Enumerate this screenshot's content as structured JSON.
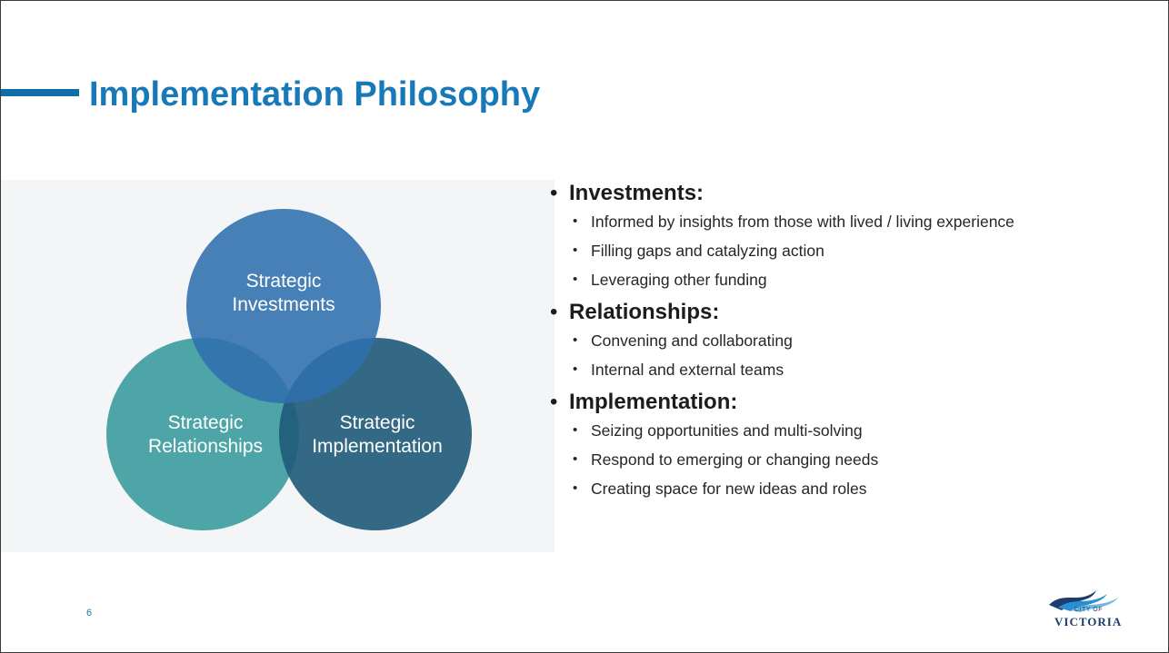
{
  "slide": {
    "title": "Implementation Philosophy",
    "page_number": "6"
  },
  "venn": {
    "circles": [
      {
        "lines": [
          "Strategic",
          "Investments"
        ],
        "color": "#2f6fae"
      },
      {
        "lines": [
          "Strategic",
          "Relationships"
        ],
        "color": "#3f9ea0"
      },
      {
        "lines": [
          "Strategic",
          "Implementation"
        ],
        "color": "#1f5a7a"
      }
    ]
  },
  "sections": [
    {
      "heading": "Investments:",
      "items": [
        "Informed by insights from those with lived / living experience",
        "Filling gaps and catalyzing action",
        "Leveraging other funding"
      ]
    },
    {
      "heading": "Relationships:",
      "items": [
        "Convening and collaborating",
        "Internal and external teams"
      ]
    },
    {
      "heading": "Implementation:",
      "items": [
        "Seizing opportunities and multi-solving",
        "Respond to emerging or changing needs",
        "Creating space for new ideas and roles"
      ]
    }
  ],
  "logo": {
    "small_text": "CITY OF",
    "text": "VICTORIA",
    "colors": [
      "#1c3d6e",
      "#2a8fd0"
    ]
  },
  "colors": {
    "accent": "#1779b8",
    "title_bar": "#0f6ea8"
  }
}
